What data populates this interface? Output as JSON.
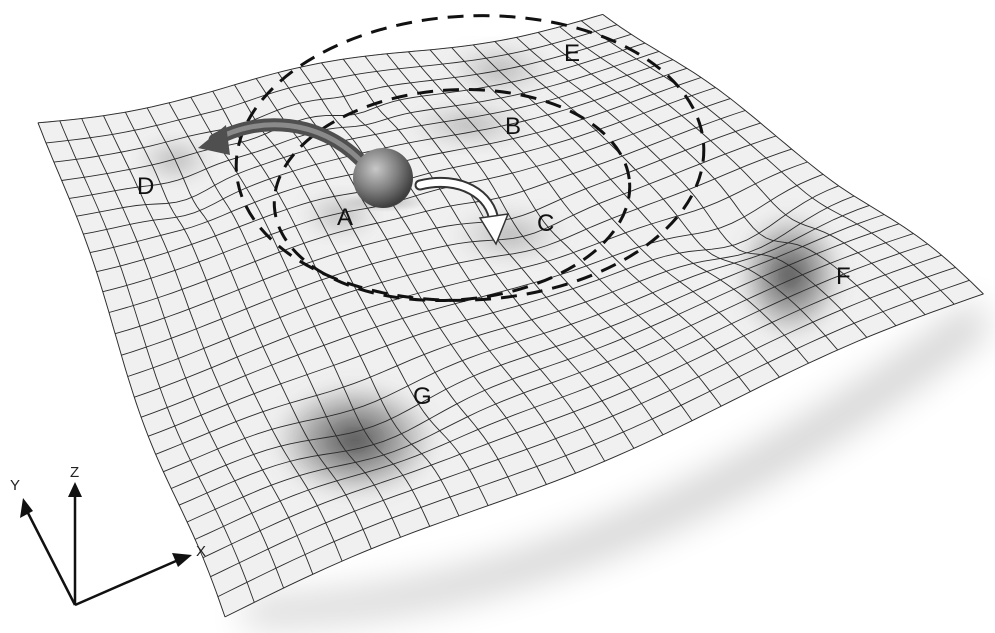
{
  "figure": {
    "labels": {
      "A": "A",
      "B": "B",
      "C": "C",
      "D": "D",
      "E": "E",
      "F": "F",
      "G": "G"
    },
    "axes": {
      "x": "X",
      "y": "Y",
      "z": "Z"
    },
    "colors": {
      "surface": "#f1f1f1",
      "grid": "#2b2b2b",
      "basin_shadow": "#3c3c3c",
      "ball": "#7a7a7a",
      "arrow_dark": "#5a5a5a",
      "arrow_light": "#ffffff"
    },
    "icons": [
      "ball-icon",
      "arrow-to-d-icon",
      "arrow-to-c-icon",
      "axis-triad-icon"
    ]
  }
}
